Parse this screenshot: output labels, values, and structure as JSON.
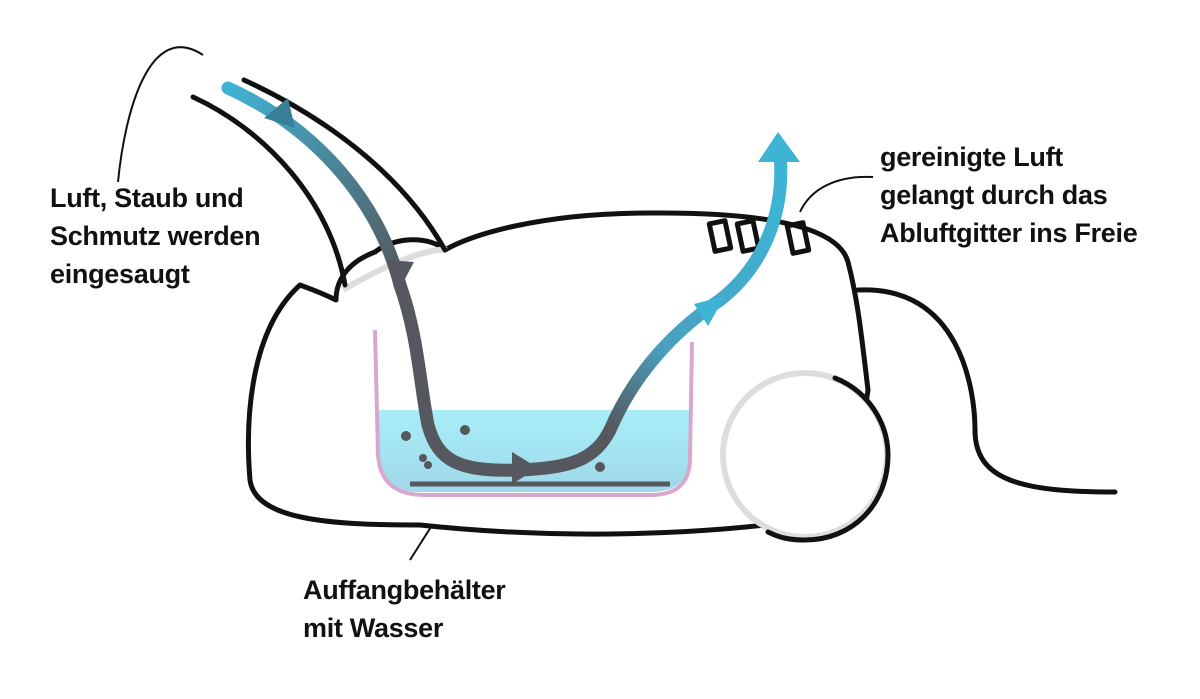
{
  "labels": {
    "intake": [
      "Luft, Staub und",
      "Schmutz werden",
      "eingesaugt"
    ],
    "exhaust": [
      "gereinigte Luft",
      "gelangt durch das",
      "Abluftgitter ins Freie"
    ],
    "container": [
      "Auffangbehälter",
      "mit Wasser"
    ]
  },
  "colors": {
    "outline": "#111111",
    "dirty_air": "#55585e",
    "clean_air": "#3fb3d4",
    "water": "#a8e6f2",
    "container": "#d8a8cc",
    "wheel": "#dddddd"
  }
}
